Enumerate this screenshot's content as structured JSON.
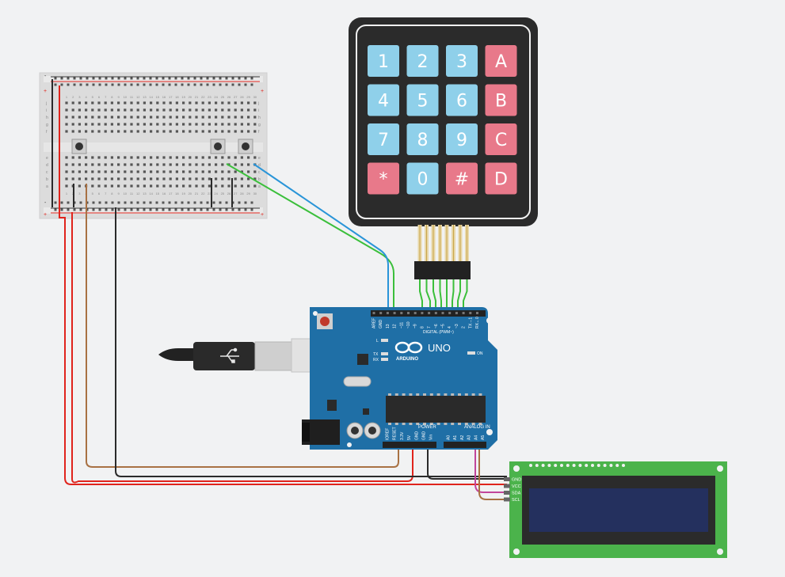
{
  "keypad": {
    "rows": [
      [
        {
          "label": "1",
          "kind": "num"
        },
        {
          "label": "2",
          "kind": "num"
        },
        {
          "label": "3",
          "kind": "num"
        },
        {
          "label": "A",
          "kind": "letter"
        }
      ],
      [
        {
          "label": "4",
          "kind": "num"
        },
        {
          "label": "5",
          "kind": "num"
        },
        {
          "label": "6",
          "kind": "num"
        },
        {
          "label": "B",
          "kind": "letter"
        }
      ],
      [
        {
          "label": "7",
          "kind": "num"
        },
        {
          "label": "8",
          "kind": "num"
        },
        {
          "label": "9",
          "kind": "num"
        },
        {
          "label": "C",
          "kind": "letter"
        }
      ],
      [
        {
          "label": "*",
          "kind": "letter"
        },
        {
          "label": "0",
          "kind": "num"
        },
        {
          "label": "#",
          "kind": "letter"
        },
        {
          "label": "D",
          "kind": "letter"
        }
      ]
    ],
    "colors": {
      "body": "#2b2b2b",
      "num": "#8fd0ea",
      "letter": "#e8798a"
    }
  },
  "arduino": {
    "brand": "ARDUINO",
    "model": "UNO",
    "digital_header": "DIGITAL (PWM~)",
    "power_header": "POWER",
    "analog_header": "ANALOG IN",
    "on_label": "ON",
    "led_l": "L",
    "led_tx": "TX",
    "led_rx": "RX",
    "pins_top": [
      "AREF",
      "GND",
      "13",
      "12",
      "~11",
      "~10",
      "~9",
      "8",
      "7",
      "~6",
      "~5",
      "4",
      "~3",
      "2",
      "TX→1",
      "RX←0"
    ],
    "pins_power": [
      "IOREF",
      "RESET",
      "3.3V",
      "5V",
      "GND",
      "GND",
      "Vin"
    ],
    "pins_analog": [
      "A0",
      "A1",
      "A2",
      "A3",
      "A4",
      "A5"
    ],
    "board_color": "#1f6fa6"
  },
  "lcd": {
    "pins": [
      "GND",
      "VCC",
      "SDA",
      "SCL"
    ],
    "pcb_color": "#4bb34b",
    "screen_color": "#24305e"
  },
  "breadboard": {
    "rows_top": [
      "j",
      "i",
      "h",
      "g",
      "f"
    ],
    "rows_bottom": [
      "e",
      "d",
      "c",
      "b",
      "a"
    ],
    "columns": [
      "1",
      "2",
      "3",
      "4",
      "5",
      "6",
      "7",
      "8",
      "9",
      "10",
      "11",
      "12",
      "13",
      "14",
      "15",
      "16",
      "17",
      "18",
      "19",
      "20",
      "21",
      "22",
      "23",
      "24",
      "25",
      "26",
      "27",
      "28",
      "29",
      "30"
    ],
    "rail_plus": "+",
    "rail_minus": "-"
  },
  "wire_colors": {
    "red": "#e0241c",
    "black": "#2a2a2a",
    "brown": "#a87143",
    "green": "#3bbf3b",
    "blue": "#2a95d8",
    "pink": "#c1459a"
  }
}
